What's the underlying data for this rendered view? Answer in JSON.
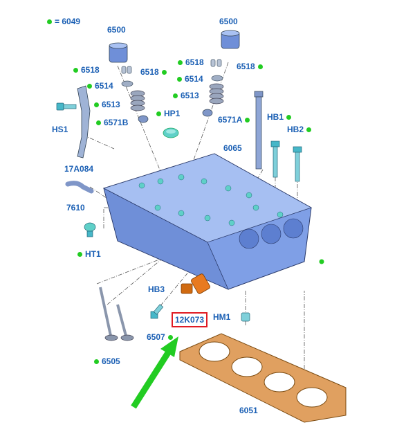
{
  "colors": {
    "label": "#1a5fb4",
    "marker": "#22cc22",
    "highlight": "#e01b24",
    "pointer_arrow": "#22cc22",
    "head_body": "#7f9fe6",
    "gasket": "#e0a060",
    "sensor": "#e87a20"
  },
  "legend": {
    "code": "= 6049",
    "icon": "green-dot"
  },
  "callouts": {
    "c6500a": "6500",
    "c6500b": "6500",
    "c6518a": "6518",
    "c6518b": "6518",
    "c6518c": "6518",
    "c6518d": "6518",
    "c6514a": "6514",
    "c6514b": "6514",
    "c6513a": "6513",
    "c6513b": "6513",
    "c6571b": "6571B",
    "c6571a": "6571A",
    "hp1": "HP1",
    "hs1": "HS1",
    "c17a084": "17A084",
    "c6065": "6065",
    "hb1": "HB1",
    "hb2": "HB2",
    "c7610": "7610",
    "ht1": "HT1",
    "hb3": "HB3",
    "c12k073": "12K073",
    "hm1": "HM1",
    "c6507": "6507",
    "c6505": "6505",
    "c6051": "6051"
  },
  "highlight_part": "12K073"
}
